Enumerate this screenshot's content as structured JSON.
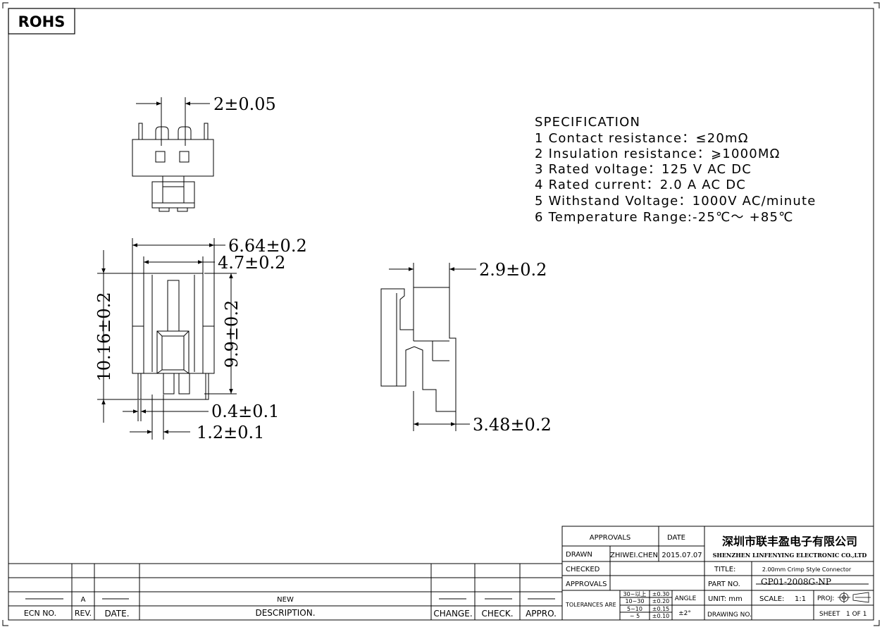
{
  "rohs": "ROHS",
  "spec": {
    "title": "SPECIFICATION",
    "lines": [
      "1 Contact resistance：≤20mΩ",
      "2 Insulation resistance：⩾1000MΩ",
      "3 Rated voltage：125 V AC DC",
      "4 Rated current：2.0 A AC DC",
      "5 Withstand Voltage：1000V AC/minute",
      "6 Temperature Range:-25℃～ +85℃"
    ]
  },
  "dims": {
    "pitch": "2±0.05",
    "width_total": "6.64±0.2",
    "width_inner": "4.7±0.2",
    "height_total": "10.16±0.2",
    "height_body": "9.9±0.2",
    "pin_thickness": "0.4±0.1",
    "pin_width": "1.2±0.1",
    "depth_top": "2.9±0.2",
    "depth_bottom": "3.48±0.2"
  },
  "revision_block": {
    "new": "NEW",
    "rev_value": "A",
    "headers": [
      "ECN NO.",
      "REV.",
      "DATE.",
      "DESCRIPTION.",
      "CHANGE.",
      "CHECK.",
      "APPRO."
    ]
  },
  "title_block": {
    "approvals_label": "APPROVALS",
    "date_label": "DATE",
    "drawn_label": "DRAWN",
    "drawn_by": "ZHIWEI.CHEN",
    "drawn_date": "2015.07.07",
    "checked_label": "CHECKED",
    "approvals2_label": "APPROVALS",
    "tolerances_label": "TOLERANCES ARE",
    "tol_ranges": [
      "30~以上",
      "10~30",
      "5~10",
      "~ 5"
    ],
    "tol_values": [
      "±0.30",
      "±0.20",
      "±0.15",
      "±0.10"
    ],
    "angle_label": "ANGLE",
    "angle_value": "±2°",
    "company_cn": "深圳市联丰盈电子有限公司",
    "company_en": "SHENZHEN LINFENYING ELECTRONIC CO.,LTD",
    "title_label": "TITLE:",
    "title_value": "2.00mm Crimp Style Connector",
    "part_label": "PART NO.",
    "part_value": "GP01-2008G-NP",
    "unit_label": "UNIT: mm",
    "scale_label": "SCALE:",
    "scale_value": "1:1",
    "proj_label": "PROJ:",
    "drawing_label": "DRAWING NO.",
    "sheet_label": "SHEET",
    "sheet_value": "1 OF 1"
  }
}
